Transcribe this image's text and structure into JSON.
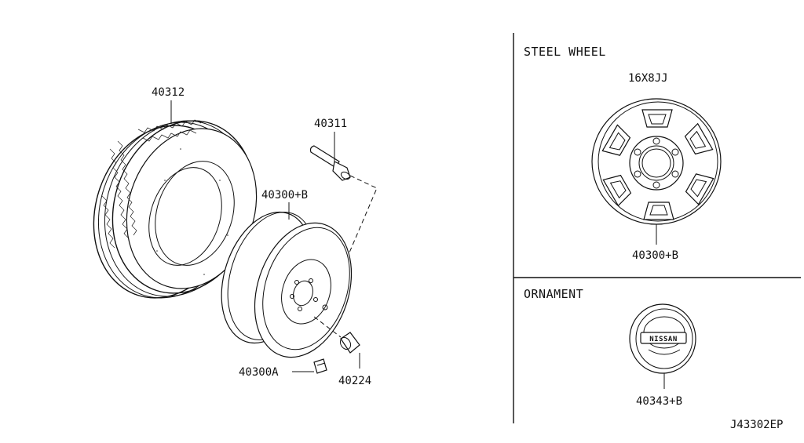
{
  "labels": {
    "tire": "40312",
    "valve": "40311",
    "wheel": "40300+B",
    "weight": "40300A",
    "nut": "40224"
  },
  "steel_wheel": {
    "header": "STEEL WHEEL",
    "size": "16X8JJ",
    "part": "40300+B"
  },
  "ornament": {
    "header": "ORNAMENT",
    "part": "40343+B",
    "badge_text": "NISSAN"
  },
  "diagram_code": "J43302EP"
}
